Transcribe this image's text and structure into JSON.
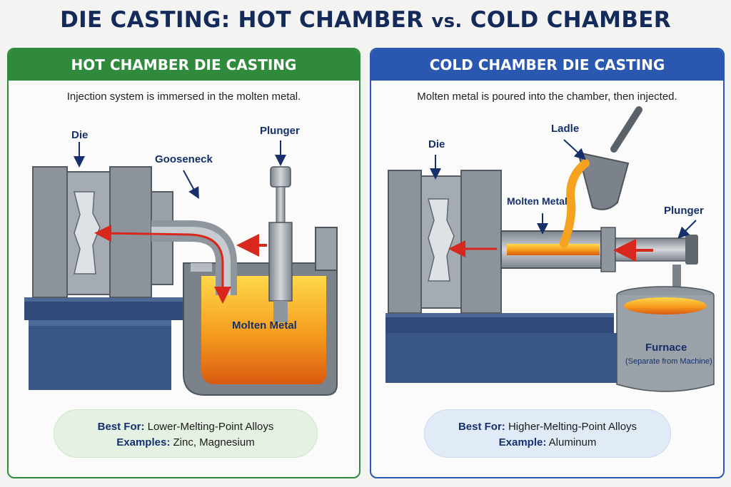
{
  "title": {
    "main": "DIE CASTING: HOT CHAMBER",
    "vs": "vs.",
    "end": "COLD CHAMBER"
  },
  "hot": {
    "header": "HOT CHAMBER DIE CASTING",
    "subtitle": "Injection system is immersed in the molten metal.",
    "labels": {
      "die": "Die",
      "gooseneck": "Gooseneck",
      "plunger": "Plunger",
      "molten_metal": "Molten Metal"
    },
    "best_for_label": "Best For:",
    "best_for_value": "Lower-Melting-Point Alloys",
    "examples_label": "Examples:",
    "examples_value": "Zinc, Magnesium"
  },
  "cold": {
    "header": "COLD CHAMBER DIE CASTING",
    "subtitle": "Molten metal is poured into the chamber, then injected.",
    "labels": {
      "die": "Die",
      "ladle": "Ladle",
      "molten_metal": "Molten Metal",
      "plunger": "Plunger",
      "furnace": "Furnace",
      "furnace_note": "(Separate from Machine)"
    },
    "best_for_label": "Best For:",
    "best_for_value": "Higher-Melting-Point Alloys",
    "example_label": "Example:",
    "example_value": "Aluminum"
  },
  "colors": {
    "hot_accent": "#2f8a3c",
    "cold_accent": "#2a58b0",
    "title": "#132a5a",
    "arrow": "#d8271c",
    "molten": "#f49a1c"
  }
}
